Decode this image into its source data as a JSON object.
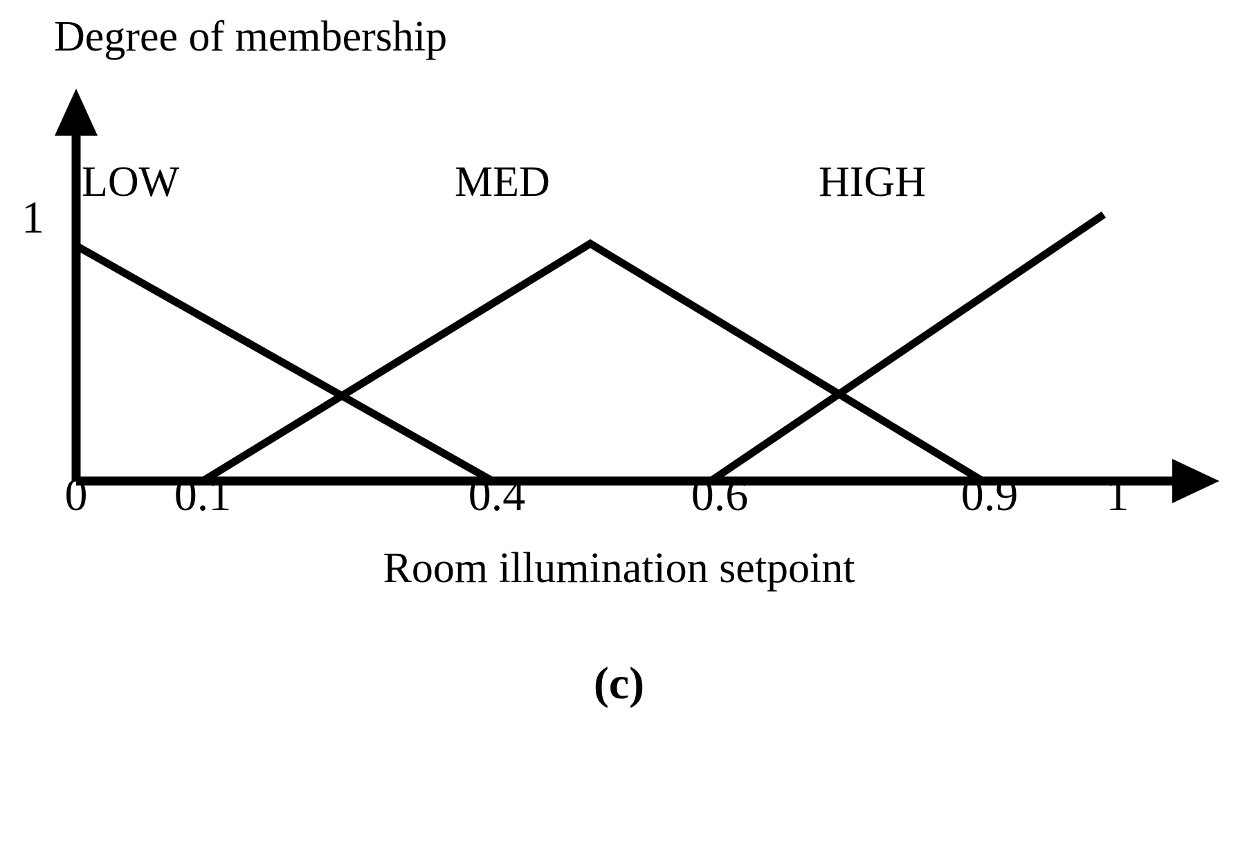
{
  "figure": {
    "caption": "(c)",
    "y_axis_title": "Degree of membership",
    "x_axis_title": "Room illumination setpoint",
    "y_tick_label": "1",
    "series_labels": {
      "low": "LOW",
      "med": "MED",
      "high": "HIGH"
    }
  },
  "axes": {
    "x_ticks": [
      {
        "label": "0",
        "value": 0.0,
        "px": 110
      },
      {
        "label": "0.1",
        "value": 0.1,
        "px": 293
      },
      {
        "label": "0.4",
        "value": 0.4,
        "px": 712
      },
      {
        "label": "0.6",
        "value": 0.6,
        "px": 1027
      },
      {
        "label": "0.9",
        "value": 0.9,
        "px": 1420
      },
      {
        "label": "1",
        "value": 1.0,
        "px": 1595
      }
    ],
    "y_ticks": [
      {
        "label": "1",
        "value": 1.0,
        "px": 355
      }
    ]
  },
  "colors": {
    "line": "#000000",
    "background": "#ffffff"
  },
  "chart_data": {
    "type": "line",
    "title": "",
    "xlabel": "Room illumination setpoint",
    "ylabel": "Degree of membership",
    "xlim": [
      0,
      1
    ],
    "ylim": [
      0,
      1
    ],
    "grid": false,
    "legend": "inline-labels",
    "xticks": [
      0,
      0.1,
      0.4,
      0.6,
      0.9,
      1
    ],
    "xticklabels": [
      "0",
      "0.1",
      "0.4",
      "0.6",
      "0.9",
      "1"
    ],
    "yticks": [
      1
    ],
    "yticklabels": [
      "1"
    ],
    "series": [
      {
        "name": "LOW",
        "shape": "right-shoulder-falling",
        "points": [
          [
            0.0,
            1.0
          ],
          [
            0.4,
            0.0
          ]
        ],
        "label_position": [
          0.03,
          1.12
        ]
      },
      {
        "name": "MED",
        "shape": "triangle",
        "points": [
          [
            0.1,
            0.0
          ],
          [
            0.45,
            1.0
          ],
          [
            0.9,
            0.0
          ]
        ],
        "label_position": [
          0.38,
          1.12
        ]
      },
      {
        "name": "HIGH",
        "shape": "left-shoulder-rising",
        "points": [
          [
            0.6,
            0.0
          ],
          [
            1.0,
            1.0
          ]
        ],
        "label_position": [
          0.73,
          1.12
        ]
      }
    ],
    "annotations": [
      {
        "text": "(c)",
        "role": "figure-caption"
      }
    ]
  }
}
